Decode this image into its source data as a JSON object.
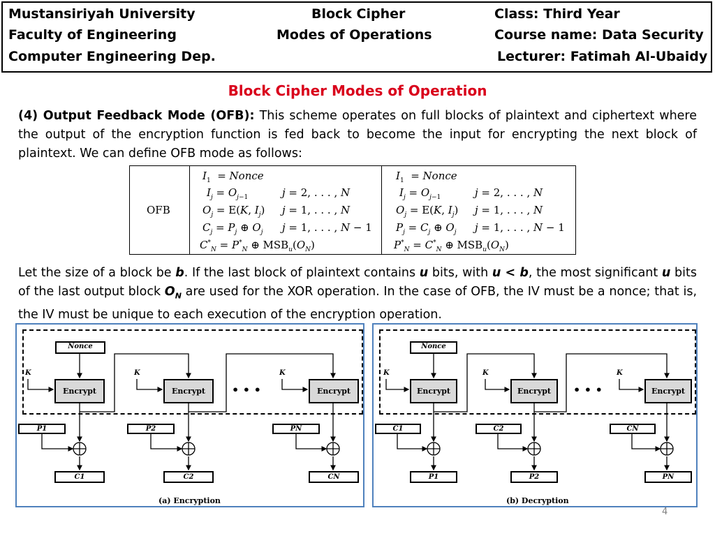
{
  "header": {
    "university": "Mustansiriyah University",
    "faculty": "Faculty of Engineering",
    "department": "Computer Engineering Dep.",
    "topic_line1": "Block Cipher",
    "topic_line2": "Modes of Operations",
    "class": "Class: Third Year",
    "course": "Course name: Data Security",
    "lecturer": "Lecturer: Fatimah Al-Ubaidy"
  },
  "slide_title": "Block Cipher Modes of Operation",
  "intro": {
    "term": "(4) Output Feedback Mode (OFB):",
    "text": " This scheme operates on full blocks of plaintext and ciphertext where the output of the encryption function is fed back to become the input for encrypting the next block of plaintext. We can define OFB mode as follows:"
  },
  "table": {
    "label": "OFB",
    "encrypt": [
      "I1 = Nonce",
      "Ij = Oj−1   j = 2, . . . , N",
      "Oj = E(K, Ij)   j = 1, . . . , N",
      "Cj = Pj ⊕ Oj   j = 1, . . . , N − 1",
      "C*N = P*N ⊕ MSBu(ON)"
    ],
    "decrypt": [
      "I1 = Nonce",
      "Ij = Oj−1   j = 2, . . . , N",
      "Oj = E(K, Ij)   j = 1, . . . , N",
      "Pj = Cj ⊕ Oj   j = 1, . . . , N − 1",
      "P*N = C*N ⊕ MSBu(ON)"
    ]
  },
  "body": {
    "p1_a": "Let the size of a block be ",
    "p1_b": "b",
    "p1_c": ". If the last block of plaintext contains ",
    "p1_d": "u",
    "p1_e": " bits, with ",
    "p1_f": "u < b",
    "p1_g": ", the most significant ",
    "p1_h": "u",
    "p1_i": " bits of the last output block ",
    "p1_j": "O",
    "p1_k": "N",
    "p1_l": " are used for the XOR operation. In the case of OFB, the IV must be a nonce; that is, the IV must be unique to each execution of the encryption operation."
  },
  "diagram": {
    "nonce": "Nonce",
    "key": "K",
    "encrypt": "Encrypt",
    "dots": "• • •",
    "enc_inputs": [
      "P1",
      "P2",
      "PN"
    ],
    "enc_outputs": [
      "C1",
      "C2",
      "CN"
    ],
    "dec_inputs": [
      "C1",
      "C2",
      "CN"
    ],
    "dec_outputs": [
      "P1",
      "P2",
      "PN"
    ],
    "caption_enc": "(a) Encryption",
    "caption_dec": "(b) Decryption"
  },
  "page_number": "4"
}
